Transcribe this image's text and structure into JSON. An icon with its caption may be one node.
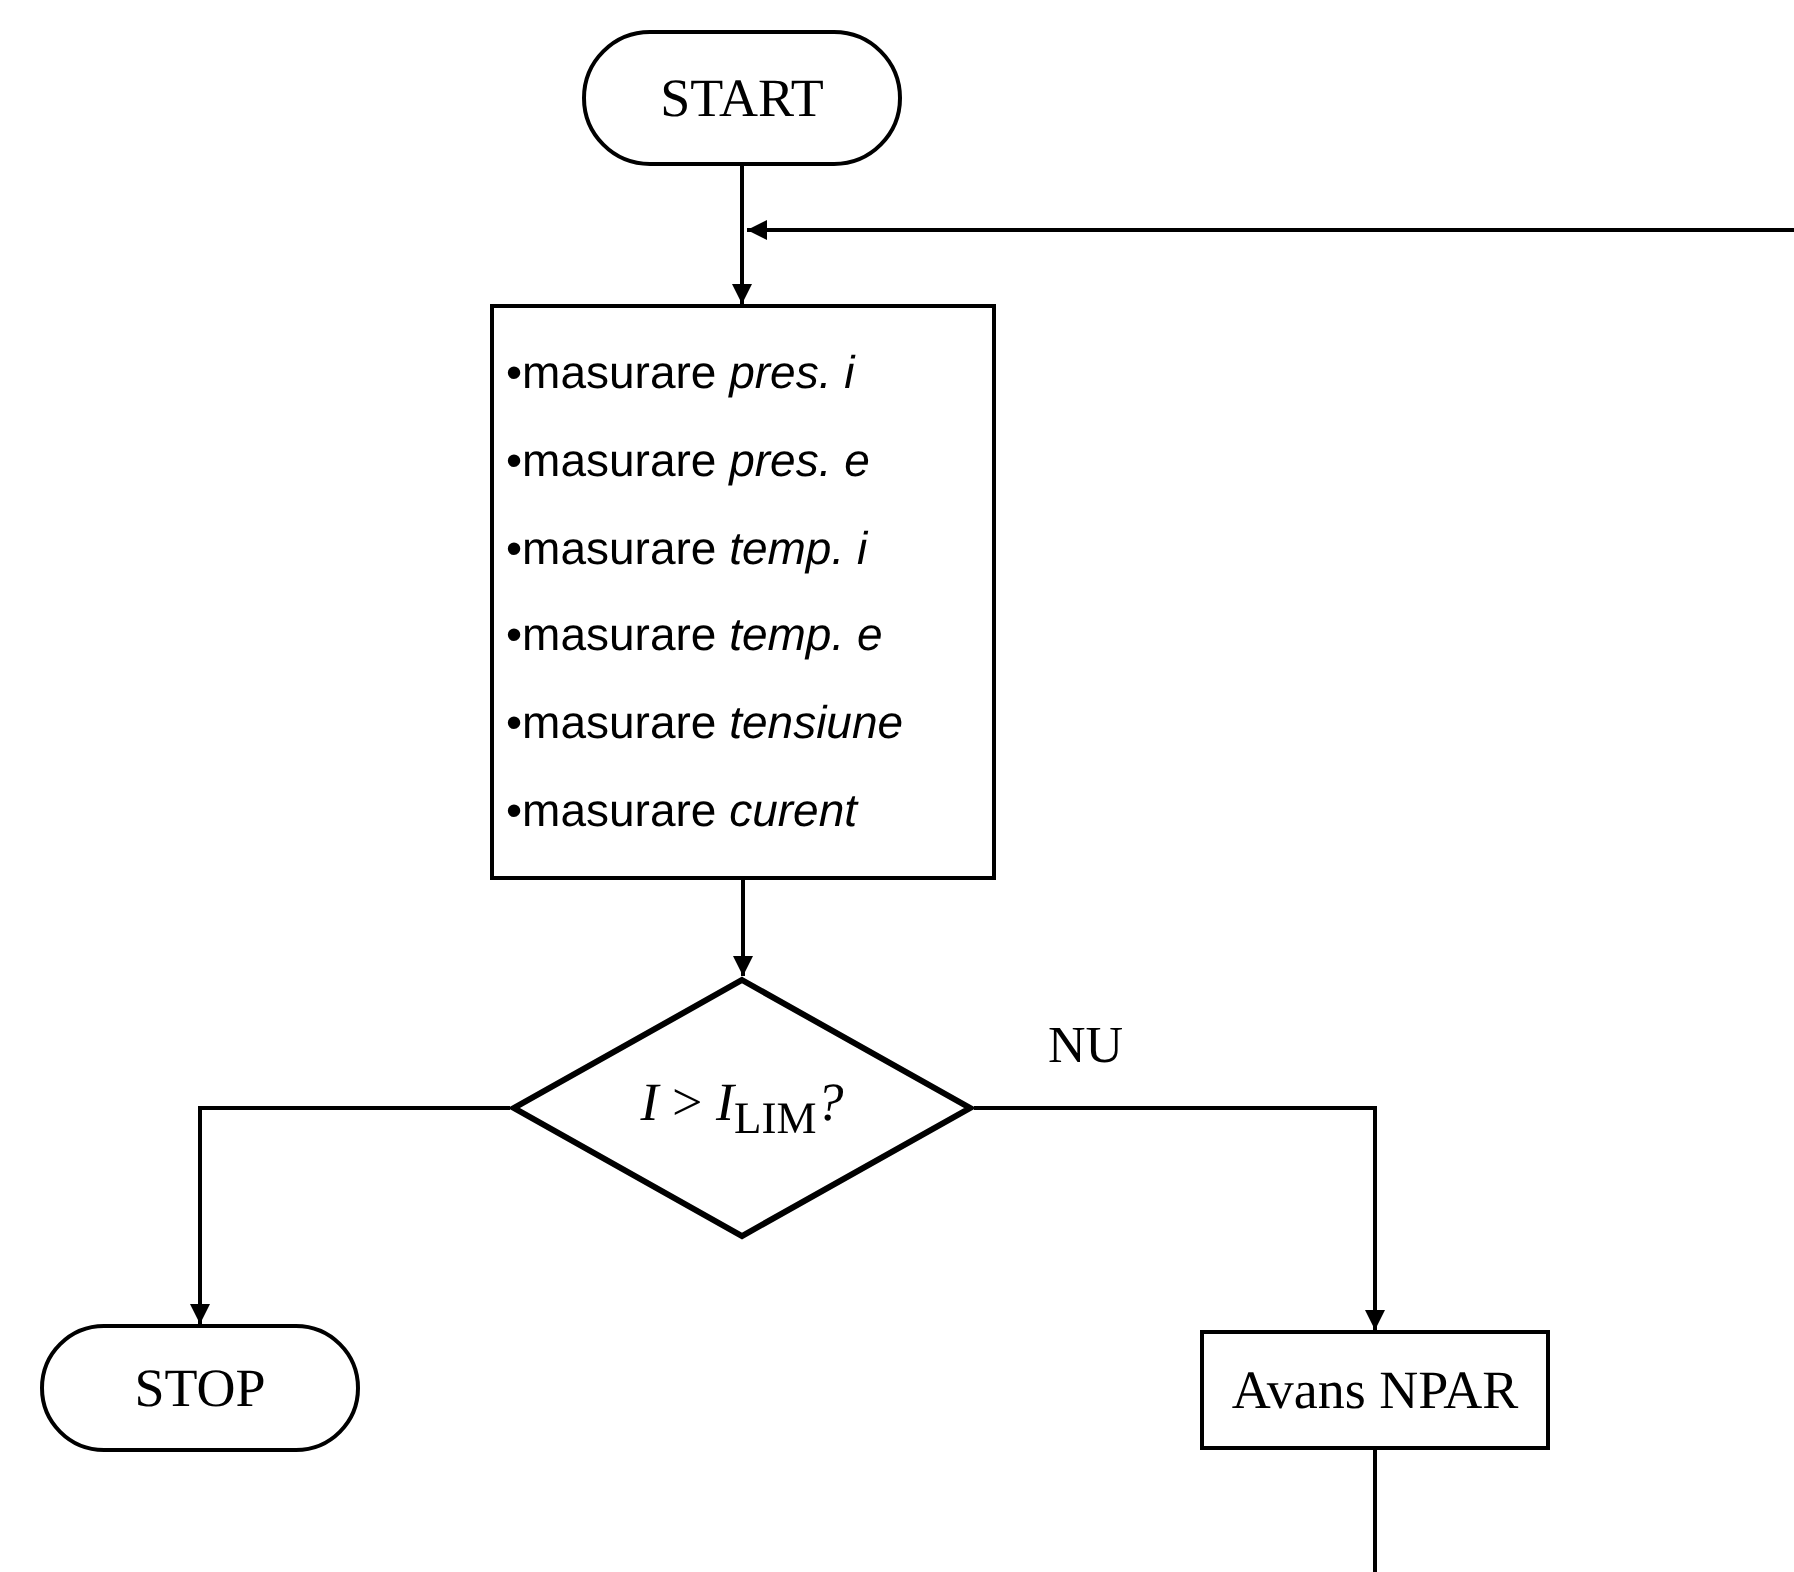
{
  "diagram": {
    "nodes": [
      {
        "text": [
          "START"
        ]
      },
      {
        "text": [
          "•masurare *pres. i*",
          "•masurare *pres. e*",
          "•masurare *temp. i*",
          "•masurare *temp. e*",
          "•masurare *tensiune*",
          "•masurare *curent*"
        ]
      },
      {
        "text": [
          "*I* > *I*$_{LIM}$*?*"
        ]
      },
      {
        "text": [
          "STOP"
        ]
      },
      {
        "text": [
          "Avans NPAR"
        ]
      }
    ],
    "edges": [
      {
        "from": 0,
        "to": 1,
        "arrow": "to"
      },
      {
        "from": null,
        "to": 1,
        "arrow": "to"
      },
      {
        "from": 1,
        "to": 2,
        "arrow": "to"
      },
      {
        "from": 2,
        "to": 3,
        "arrow": "to"
      },
      {
        "from": 2,
        "to": 4,
        "arrow": "to",
        "label": "NU"
      },
      {
        "from": 4,
        "to": null,
        "arrow": "none"
      }
    ]
  }
}
